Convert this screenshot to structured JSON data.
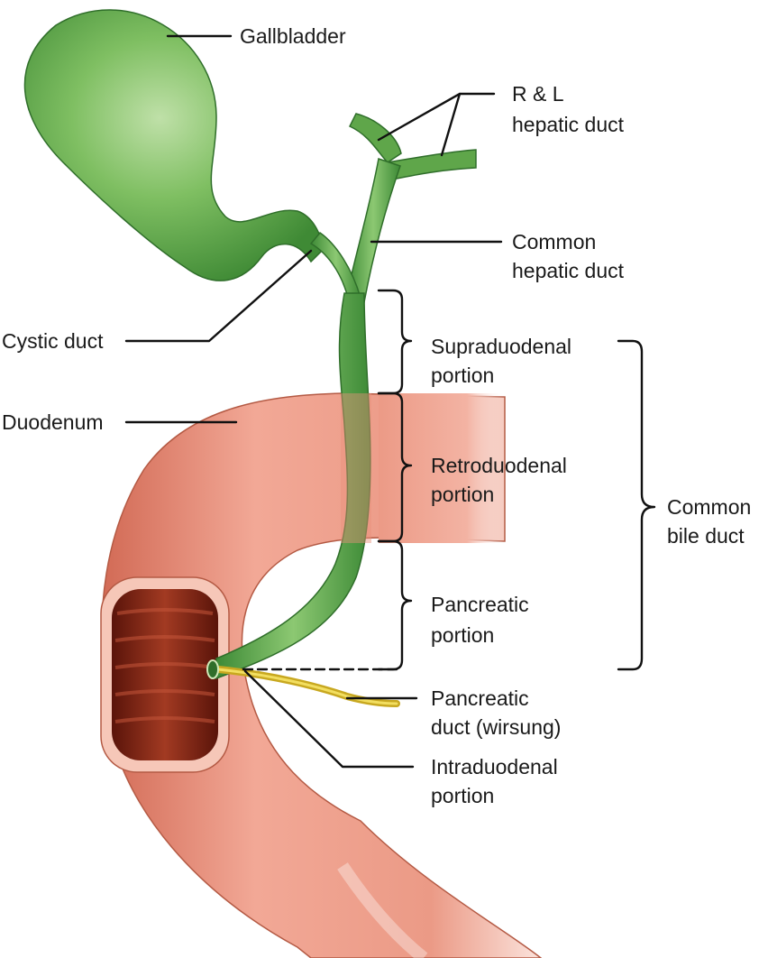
{
  "labels": {
    "gallbladder": "Gallbladder",
    "rl_hepatic_1": "R & L",
    "rl_hepatic_2": "hepatic duct",
    "common_hepatic_1": "Common",
    "common_hepatic_2": "hepatic duct",
    "cystic_duct": "Cystic duct",
    "duodenum": "Duodenum",
    "supraduodenal_1": "Supraduodenal",
    "supraduodenal_2": "portion",
    "retroduodenal_1": "Retroduodenal",
    "retroduodenal_2": "portion",
    "pancreatic_1": "Pancreatic",
    "pancreatic_2": "portion",
    "pancreatic_duct_1": "Pancreatic",
    "pancreatic_duct_2": "duct (wirsung)",
    "intraduodenal_1": "Intraduodenal",
    "intraduodenal_2": "portion",
    "common_bile_1": "Common",
    "common_bile_2": "bile duct"
  },
  "colors": {
    "duct_green": "#5fa64a",
    "duct_dark": "#2f6e2a",
    "duodenum": "#e8907a",
    "duodenum_dark": "#c8604a",
    "lumen": "#8a2a1a",
    "pancreatic_duct": "#d8c030"
  }
}
